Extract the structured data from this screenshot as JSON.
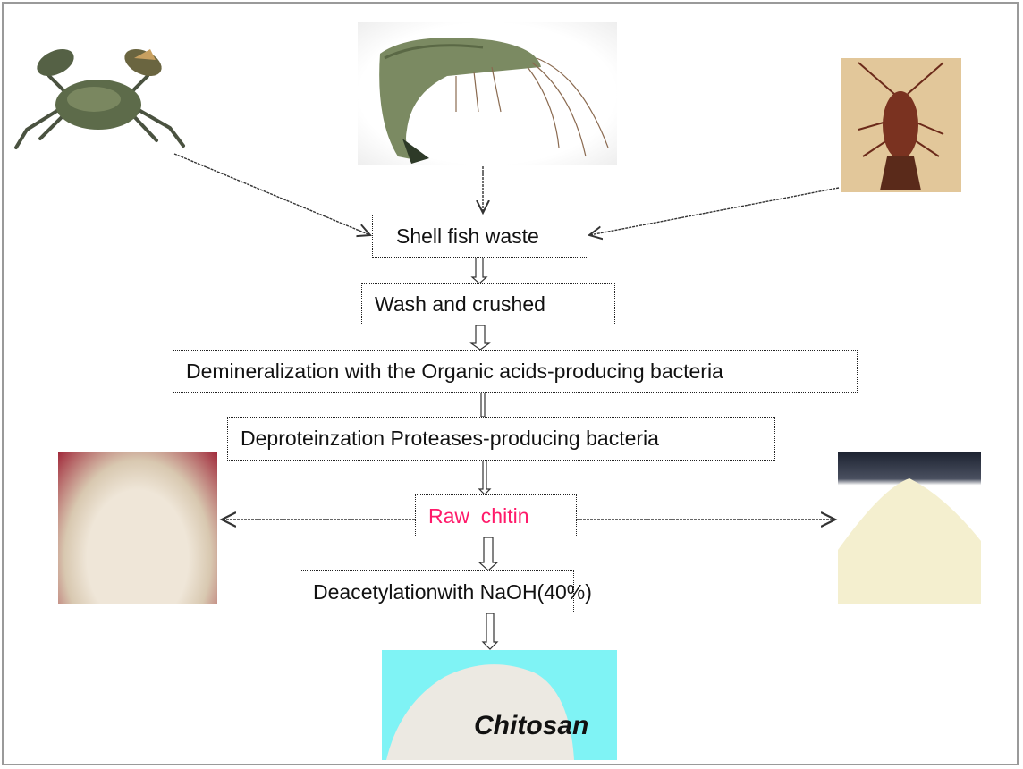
{
  "title": "Chitin and chitosan production from shellfish waste",
  "sources": {
    "crab": "crab",
    "shrimp": "shrimp",
    "lobster": "lobster"
  },
  "steps": [
    {
      "label": "Shell fish waste"
    },
    {
      "label": "Wash and crushed"
    },
    {
      "label": "Demineralization with the Organic acids-producing bacteria"
    },
    {
      "label": "Deproteinzation Proteases-producing bacteria"
    },
    {
      "label": "Raw  chitin",
      "color": "#ff1a6a"
    },
    {
      "label": "Deacetylationwith NaOH(40%)"
    }
  ],
  "product": {
    "logo_text": "Chitosan"
  },
  "colors": {
    "highlight": "#ff1a6a",
    "chitosan_bg": "#7ff3f5"
  }
}
